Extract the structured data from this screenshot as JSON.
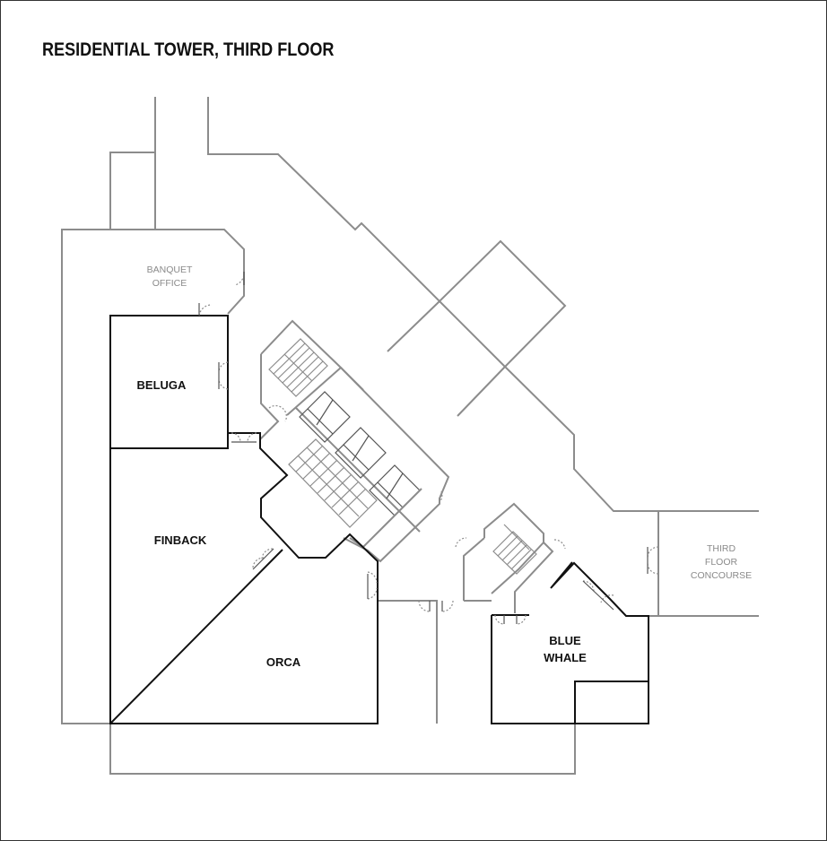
{
  "title": "RESIDENTIAL TOWER, THIRD FLOOR",
  "rooms": {
    "beluga": "BELUGA",
    "finback": "FINBACK",
    "orca": "ORCA",
    "blue_whale_line1": "BLUE",
    "blue_whale_line2": "WHALE"
  },
  "areas": {
    "banquet_office_line1": "BANQUET",
    "banquet_office_line2": "OFFICE",
    "concourse_line1": "THIRD",
    "concourse_line2": "FLOOR",
    "concourse_line3": "CONCOURSE"
  },
  "colors": {
    "meeting_room_walls": "#111111",
    "building_walls": "#8c8c8c",
    "service_label": "#8a8a8a"
  }
}
